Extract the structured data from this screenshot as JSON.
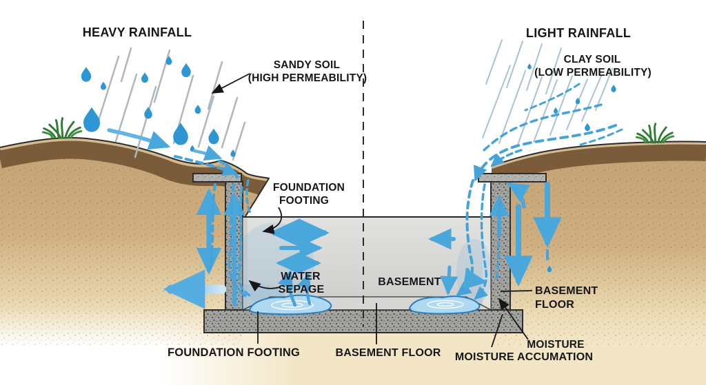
{
  "scene": {
    "left": {
      "title": "HEAVY RAINFALL",
      "soil_line1": "SANDY SOIL",
      "soil_line2": "(HIGH PERMEABILITY)"
    },
    "right": {
      "title": "LIGHT RAINFALL",
      "soil_line1": "CLAY SOIL",
      "soil_line2": "(LOW PERMEABILITY)"
    },
    "labels": {
      "foundation_footing_upper_line1": "FOUNDATION",
      "foundation_footing_upper_line2": "FOOTING",
      "water_seepage_line1": "WATER",
      "water_seepage_line2": "SEPAGE",
      "basement": "BASEMENT",
      "basement_floor_side_line1": "BASEMENT",
      "basement_floor_side_line2": "FLOOR",
      "foundation_footing_bottom": "FOUNDATION FOOTING",
      "basement_floor_bottom": "BASEMENT FLOOR",
      "moisture": "MOISTURE",
      "moisture_accumulation": "MOISTURE ACCUMATION"
    },
    "colors": {
      "water_blue": "#2e96d4",
      "arrow_blue": "#4aa7dc",
      "concrete_gray": "#a4a4a0",
      "soil_tan": "#c8ac84",
      "topsoil_brown": "#7b5c3a",
      "background_cream": "#f3e6c6",
      "text_black": "#161616"
    }
  }
}
